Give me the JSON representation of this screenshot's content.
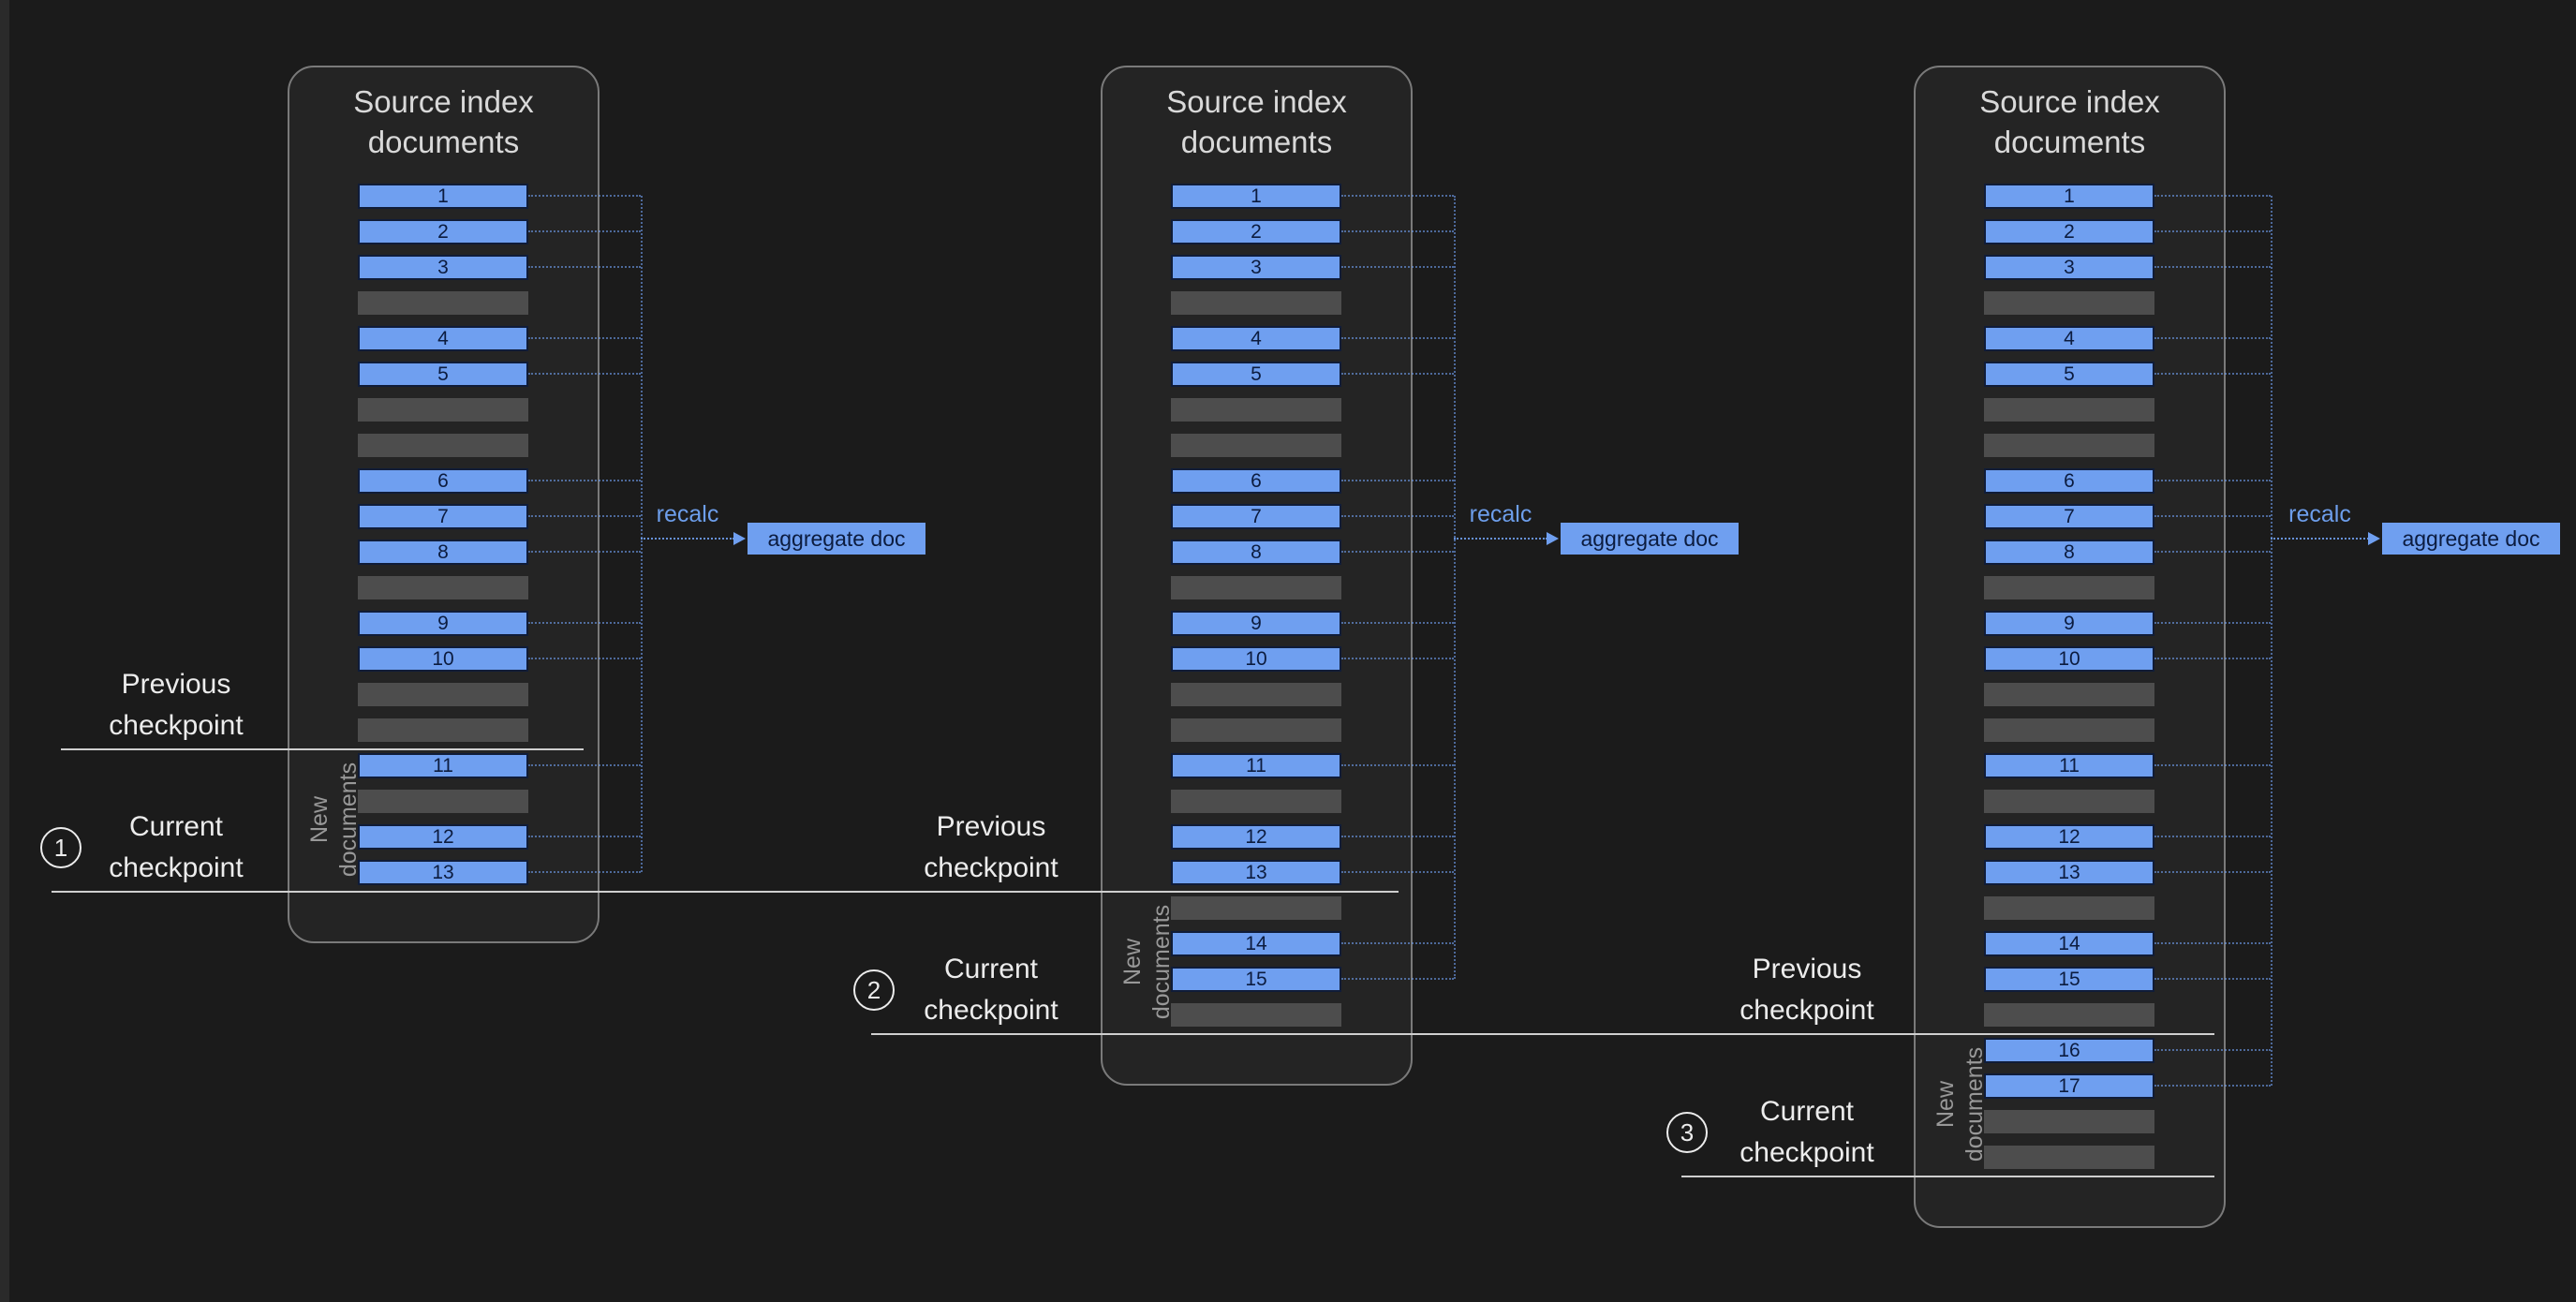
{
  "background": "#1b1b1b",
  "colors": {
    "document_blue": "#6f9ff0",
    "document_border": "#101c38",
    "empty_slot_gray": "#4d4d4d",
    "connector_blue": "#6d9eeb",
    "panel_border": "#7a7a7a",
    "checkpoint_line": "#cfcfcf",
    "label_text": "#ececec",
    "muted_text": "#989898"
  },
  "panels": [
    {
      "title": "Source index documents",
      "rows": [
        "1",
        "2",
        "3",
        "",
        "4",
        "5",
        "",
        "",
        "6",
        "7",
        "8",
        "",
        "9",
        "10",
        "",
        "",
        "11",
        "",
        "12",
        "13"
      ],
      "new_documents_label": "New documents",
      "recalc_label": "recalc",
      "aggregate_label": "aggregate doc"
    },
    {
      "title": "Source index documents",
      "rows": [
        "1",
        "2",
        "3",
        "",
        "4",
        "5",
        "",
        "",
        "6",
        "7",
        "8",
        "",
        "9",
        "10",
        "",
        "",
        "11",
        "",
        "12",
        "13",
        "",
        "14",
        "15",
        ""
      ],
      "new_documents_label": "New documents",
      "recalc_label": "recalc",
      "aggregate_label": "aggregate doc"
    },
    {
      "title": "Source index documents",
      "rows": [
        "1",
        "2",
        "3",
        "",
        "4",
        "5",
        "",
        "",
        "6",
        "7",
        "8",
        "",
        "9",
        "10",
        "",
        "",
        "11",
        "",
        "12",
        "13",
        "",
        "14",
        "15",
        "",
        "16",
        "17",
        "",
        ""
      ],
      "new_documents_label": "New documents",
      "recalc_label": "recalc",
      "aggregate_label": "aggregate doc"
    }
  ],
  "checkpoint_markers": [
    {
      "kind": "previous",
      "label": "Previous checkpoint"
    },
    {
      "kind": "current",
      "number": "1",
      "label": "Current checkpoint"
    },
    {
      "kind": "previous",
      "label": "Previous checkpoint"
    },
    {
      "kind": "current",
      "number": "2",
      "label": "Current checkpoint"
    },
    {
      "kind": "previous",
      "label": "Previous checkpoint"
    },
    {
      "kind": "current",
      "number": "3",
      "label": "Current checkpoint"
    }
  ]
}
